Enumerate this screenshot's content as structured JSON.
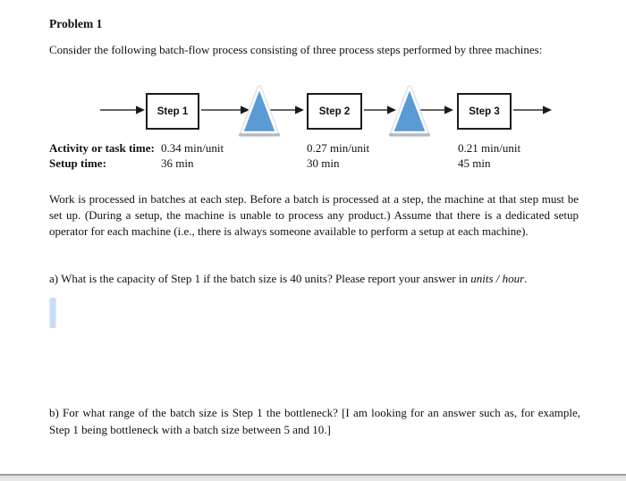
{
  "doc": {
    "title": "Problem 1",
    "intro": "Consider the following batch-flow process consisting of three process steps performed by three machines:",
    "paragraph": "Work is processed in batches at each step. Before a batch is processed at a step, the machine at that step must be set up. (During a setup, the machine is unable to process any product.) Assume that there is a dedicated setup operator for each machine (i.e., there is always someone available to perform a setup at each machine).",
    "question_a_prefix": "a) What is the capacity of Step 1 if the batch size is 40 units? Please report your answer in ",
    "question_a_italic": "units / hour",
    "question_a_suffix": ".",
    "question_b": "b) For what range of the batch size is Step 1 the bottleneck? [I am looking for an answer such as, for example, Step 1 being bottleneck with a batch size between 5 and 10.]"
  },
  "diagram": {
    "steps": [
      {
        "label": "Step 1"
      },
      {
        "label": "Step 2"
      },
      {
        "label": "Step 3"
      }
    ],
    "buffer_fill": "#5b9bd5",
    "buffer_shadow": "#b3bac4",
    "arrow_color": "#333333"
  },
  "times": {
    "activity_label": "Activity or task time:",
    "setup_label": "Setup time:",
    "activity": [
      "0.34 min/unit",
      "0.27 min/unit",
      "0.21 min/unit"
    ],
    "setup": [
      "36 min",
      "30 min",
      "45 min"
    ]
  }
}
